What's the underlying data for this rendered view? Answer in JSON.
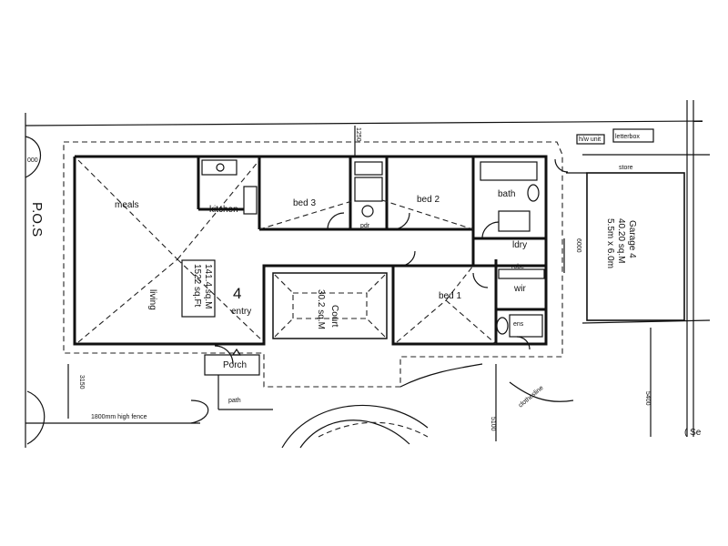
{
  "plan": {
    "lot_number": "4",
    "rooms": {
      "meals": "meals",
      "kitchen": "kitchen",
      "living": "living",
      "bed3": "bed 3",
      "bed2": "bed 2",
      "bed1": "bed 1",
      "bath": "bath",
      "ldry": "ldry",
      "robe": "robe",
      "wir": "wir",
      "ens": "ens",
      "pdr": "pdr",
      "entry": "entry",
      "porch": "Porch",
      "path": "path",
      "store": "store",
      "court_name": "Court",
      "court_area": "30.2 sq.M",
      "garage_name": "Garage 4",
      "garage_area": "40.20 sq.M",
      "garage_size": "5.5m x 6.0m"
    },
    "house_area": {
      "sqm": "141.4 sq.M",
      "sqft": "1522 sq.Ft"
    },
    "site": {
      "pos": "P.O.S",
      "fence": "1800mm high fence",
      "hws": "h/w unit",
      "clothesline": "clothesline",
      "letterbox": "letterbox",
      "bracket": "( Se"
    },
    "dimensions": {
      "top": "1250",
      "left_edge": "000",
      "left_bottom": "3150",
      "garage_depth": "6000",
      "bottom_mid": "5100",
      "bottom_right": "5400"
    }
  }
}
